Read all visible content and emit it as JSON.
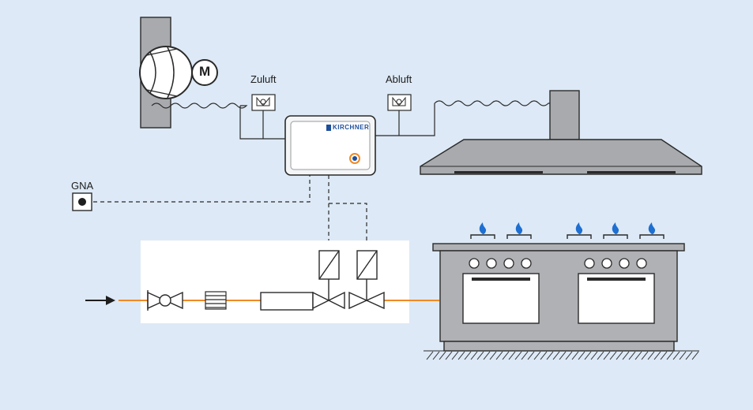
{
  "labels": {
    "supply_air": "Zuluft",
    "exhaust_air": "Abluft",
    "gna": "GNA",
    "motor": "M",
    "controller_brand": "KIRCHNER"
  },
  "colors": {
    "background": "#dde9f6",
    "gas_line": "#f08a24",
    "flame": "#1d6fd1",
    "steel": "#b0b1b4",
    "stroke": "#2a2a2a"
  }
}
